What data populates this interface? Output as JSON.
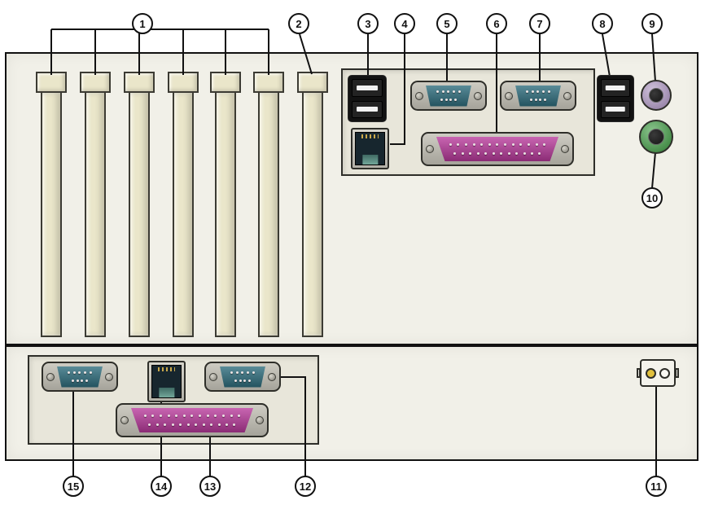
{
  "callouts": [
    {
      "label": "1",
      "target": "expansion-slot-covers"
    },
    {
      "label": "2",
      "target": "expansion-slot-cover"
    },
    {
      "label": "3",
      "target": "usb-ports"
    },
    {
      "label": "4",
      "target": "ethernet-port"
    },
    {
      "label": "5",
      "target": "serial-port"
    },
    {
      "label": "6",
      "target": "parallel-port"
    },
    {
      "label": "7",
      "target": "serial-port"
    },
    {
      "label": "8",
      "target": "usb-ports"
    },
    {
      "label": "9",
      "target": "ps2-port-purple"
    },
    {
      "label": "10",
      "target": "ps2-port-green"
    },
    {
      "label": "11",
      "target": "power-connector"
    },
    {
      "label": "12",
      "target": "serial-port"
    },
    {
      "label": "13",
      "target": "parallel-port"
    },
    {
      "label": "14",
      "target": "ethernet-port"
    },
    {
      "label": "15",
      "target": "serial-port"
    }
  ],
  "colors": {
    "chassis": "#f1f0e8",
    "panel": "#e8e6da",
    "slot": "#eae6ca",
    "serial_teal": "#2f6e7e",
    "parallel_magenta": "#b93a9c",
    "ps2_purple": "#a98fbe",
    "ps2_green": "#3c9c40",
    "usb_black": "#121212",
    "power_yellow": "#e2c13d",
    "outline": "#111111"
  }
}
